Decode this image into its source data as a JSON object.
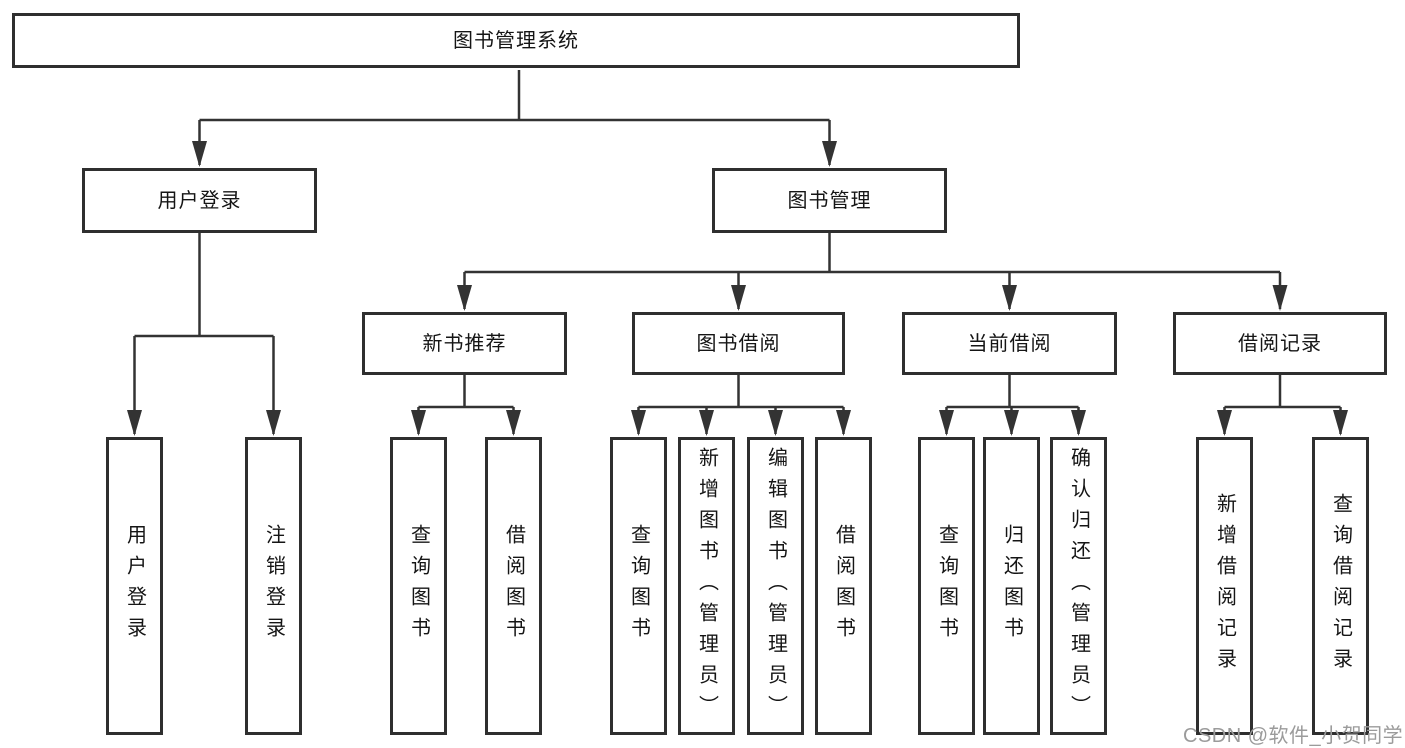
{
  "colors": {
    "bg": "#ffffff",
    "line": "#333333",
    "box-border": "#2f2f2f",
    "text": "#151515",
    "watermark": "#9b9b9b"
  },
  "tree": {
    "root": {
      "label": "图书管理系统"
    },
    "branches": [
      {
        "label": "用户登录",
        "children": [
          {
            "label": "用户登录"
          },
          {
            "label": "注销登录"
          }
        ]
      },
      {
        "label": "图书管理",
        "children": [
          {
            "label": "新书推荐",
            "children": [
              {
                "label": "查询图书"
              },
              {
                "label": "借阅图书"
              }
            ]
          },
          {
            "label": "图书借阅",
            "children": [
              {
                "label": "查询图书"
              },
              {
                "label": "新增图书（管理员）"
              },
              {
                "label": "编辑图书（管理员）"
              },
              {
                "label": "借阅图书"
              }
            ]
          },
          {
            "label": "当前借阅",
            "children": [
              {
                "label": "查询图书"
              },
              {
                "label": "归还图书"
              },
              {
                "label": "确认归还（管理员）"
              }
            ]
          },
          {
            "label": "借阅记录",
            "children": [
              {
                "label": "新增借阅记录"
              },
              {
                "label": "查询借阅记录"
              }
            ]
          }
        ]
      }
    ]
  },
  "watermark": {
    "text": "CSDN @软件_小贺同学"
  }
}
